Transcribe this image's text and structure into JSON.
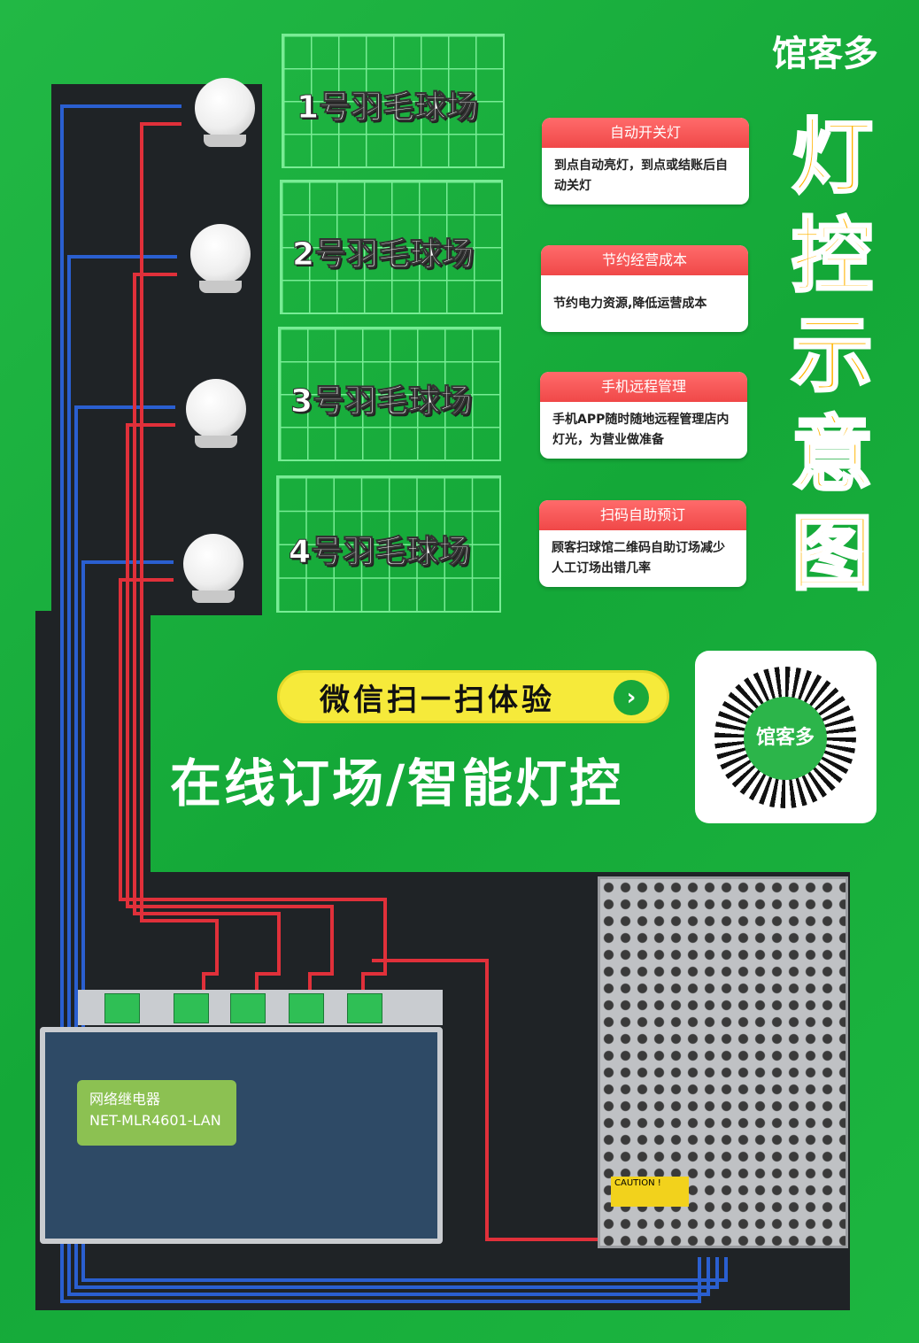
{
  "brand": {
    "logo_text": "馆客多"
  },
  "courts": [
    {
      "label": "1号羽毛球场"
    },
    {
      "label": "2号羽毛球场"
    },
    {
      "label": "3号羽毛球场"
    },
    {
      "label": "4号羽毛球场"
    }
  ],
  "features": [
    {
      "title": "自动开关灯",
      "desc": "到点自动亮灯，到点或结账后自动关灯"
    },
    {
      "title": "节约经营成本",
      "desc": "节约电力资源,降低运营成本"
    },
    {
      "title": "手机远程管理",
      "desc": "手机APP随时随地远程管理店内灯光，为营业做准备"
    },
    {
      "title": "扫码自助预订",
      "desc": "顾客扫球馆二维码自助订场减少人工订场出错几率"
    }
  ],
  "vertical_title": [
    "灯",
    "控",
    "示",
    "意",
    "图"
  ],
  "scan_pill": {
    "label": "微信扫一扫体验",
    "icon": "chevron-right-icon"
  },
  "slogan": "在线订场/智能灯控",
  "qr": {
    "center_text": "馆客多"
  },
  "relay": {
    "name": "网络继电器",
    "model": "NET-MLR4601-LAN"
  },
  "psu": {
    "caution": "CAUTION !"
  },
  "colors": {
    "background": "#1aa83a",
    "card_header": "#f04848",
    "title": "#ffb400",
    "pill": "#f6ea3a",
    "wire_red": "#e0303a",
    "wire_blue": "#2a5fd0"
  }
}
